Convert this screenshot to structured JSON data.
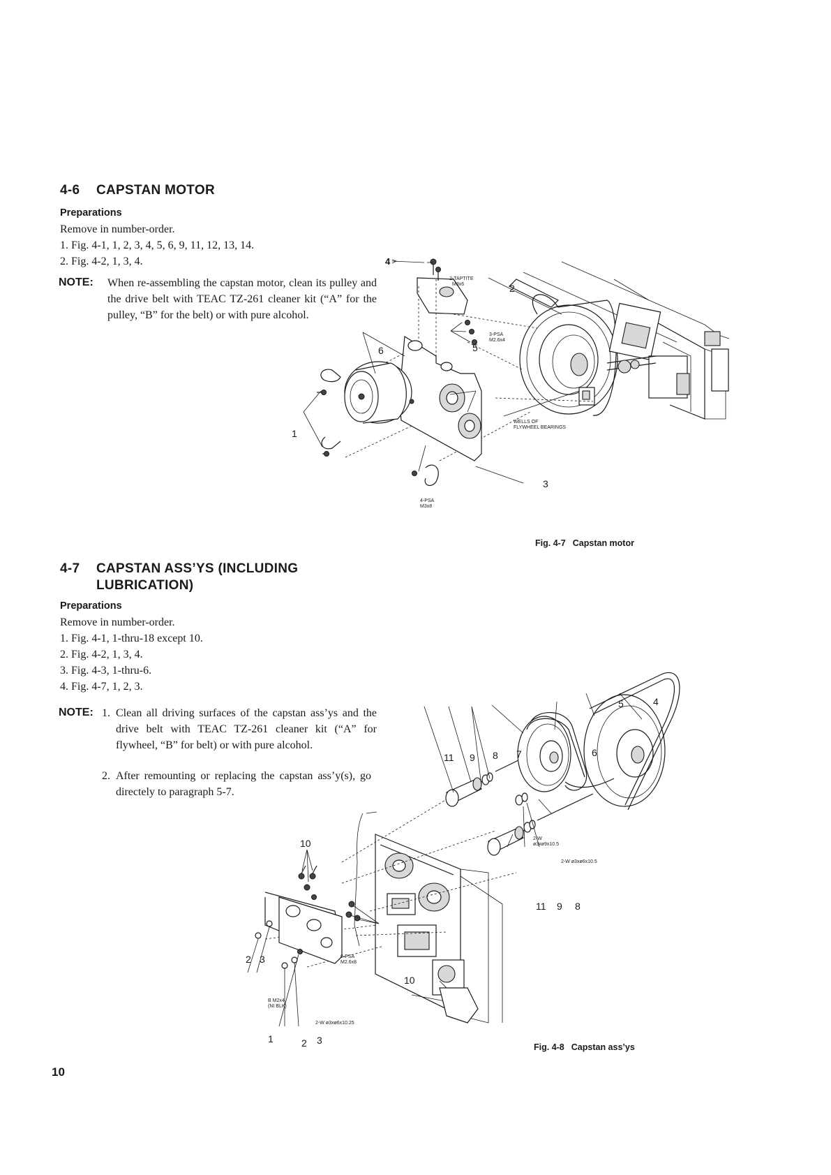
{
  "section_46": {
    "number": "4-6",
    "title": "CAPSTAN MOTOR",
    "preparations_label": "Preparations",
    "intro": "Remove in number-order.",
    "steps": [
      "1. Fig. 4-1, 1, 2, 3, 4, 5, 6, 9, 11, 12, 13, 14.",
      "2. Fig. 4-2, 1, 3, 4."
    ],
    "note_label": "NOTE:",
    "note_text": "When re-assembling the capstan motor, clean its pulley and the drive belt with TEAC TZ-261 cleaner kit (“A” for the pulley, “B” for the belt) or with pure alcohol."
  },
  "section_47": {
    "number": "4-7",
    "title_line1": "CAPSTAN ASS’YS (INCLUDING",
    "title_line2": "LUBRICATION)",
    "preparations_label": "Preparations",
    "intro": "Remove in number-order.",
    "steps": [
      "1. Fig. 4-1, 1-thru-18 except 10.",
      "2. Fig. 4-2, 1, 3, 4.",
      "3. Fig. 4-3, 1-thru-6.",
      "4. Fig. 4-7, 1, 2, 3."
    ],
    "note_label": "NOTE:",
    "note_items": [
      {
        "marker": "1.",
        "text": "Clean all driving surfaces of the capstan ass’ys and the drive belt with TEAC TZ-261 cleaner kit (“A” for flywheel, “B” for belt) or with pure alcohol."
      },
      {
        "marker": "2.",
        "text": "After remounting or replacing the capstan ass’y(s), go directely to paragraph 5-7."
      }
    ]
  },
  "fig47": {
    "caption_number": "Fig. 4-7",
    "caption_title": "Capstan motor",
    "callouts": {
      "c4": "4",
      "c2": "2",
      "c5": "5",
      "c6": "6",
      "c1": "1",
      "c3": "3",
      "screw_top_1": "2-TAPTITE",
      "screw_top_2": "M3x6",
      "screw_mid_1": "3-PSA",
      "screw_mid_2": "M2.6x4",
      "wells_1": "WELLS OF",
      "wells_2": "FLYWHEEL BEARINGS",
      "screw_bot_1": "4-PSA",
      "screw_bot_2": "M3x8"
    }
  },
  "fig48": {
    "caption_number": "Fig. 4-8",
    "caption_title": "Capstan ass’ys",
    "callouts": {
      "c5": "5",
      "c4": "4",
      "c6": "6",
      "c7": "7",
      "c8a": "8",
      "c9a": "9",
      "c11a": "11",
      "c11b": "11",
      "c9b": "9",
      "c8b": "8",
      "c10a": "10",
      "c10b": "10",
      "c2a": "2",
      "c3a": "3",
      "c1": "1",
      "c2b": "2",
      "c3b": "3",
      "washer_a_1": "2-W",
      "washer_a_2": "ø3xø9x10.5",
      "washer_b": "2-W ø3xø6x10.5",
      "screw_psa_1": "6-PSA",
      "screw_psa_2": "M2.6x8",
      "screw_b_1": "B M2x4",
      "screw_b_2": "(NI BLK)",
      "washer_c": "2-W ø3xø6x10.25"
    }
  },
  "page_number": "10"
}
